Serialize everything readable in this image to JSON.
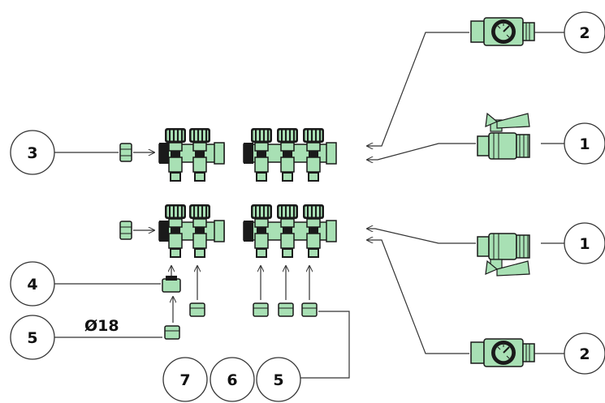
{
  "callouts": {
    "c3": "3",
    "c4": "4",
    "c5_left": "5",
    "c7": "7",
    "c6": "6",
    "c5_bottom": "5",
    "c2_top": "2",
    "c1_top": "1",
    "c1_bottom": "1",
    "c2_bottom": "2"
  },
  "dimension_label": "Ø18",
  "colors": {
    "part_fill": "#a8e0b4",
    "part_dark": "#1a1a1a",
    "line": "#333333"
  },
  "icons": {
    "manifold": "valve-manifold-icon",
    "ball_valve": "ball-valve-icon",
    "gauge_valve": "gauge-valve-icon",
    "end_cap": "end-cap-icon",
    "nut": "nut-fitting-icon"
  }
}
